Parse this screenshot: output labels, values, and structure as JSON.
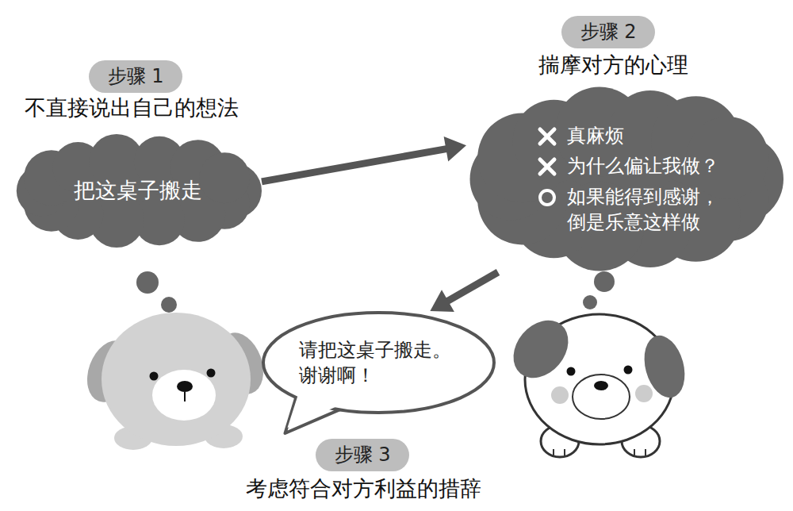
{
  "diagram": {
    "nodes": [
      {
        "text": [
          "步骤 1"
        ]
      },
      {
        "text": [
          "把这桌子搬走"
        ]
      },
      {
        "text": [
          "步骤 2"
        ]
      },
      {
        "text": [
          "真麻烦",
          "为什么偏让我做？",
          "如果能得到感谢， 倒是乐意这样做"
        ]
      },
      {
        "text": [
          "请把这桌子搬走。 谢谢啊！"
        ]
      },
      {
        "text": [
          "步骤 3"
        ]
      }
    ],
    "edges": [
      {
        "from": 1,
        "to": 3,
        "arrow": "to"
      },
      {
        "from": 3,
        "to": 4,
        "arrow": "to"
      }
    ],
    "labels": [
      "不直接说出自己的想法",
      "揣摩对方的心理",
      "考虑符合对方利益的措辞"
    ]
  }
}
